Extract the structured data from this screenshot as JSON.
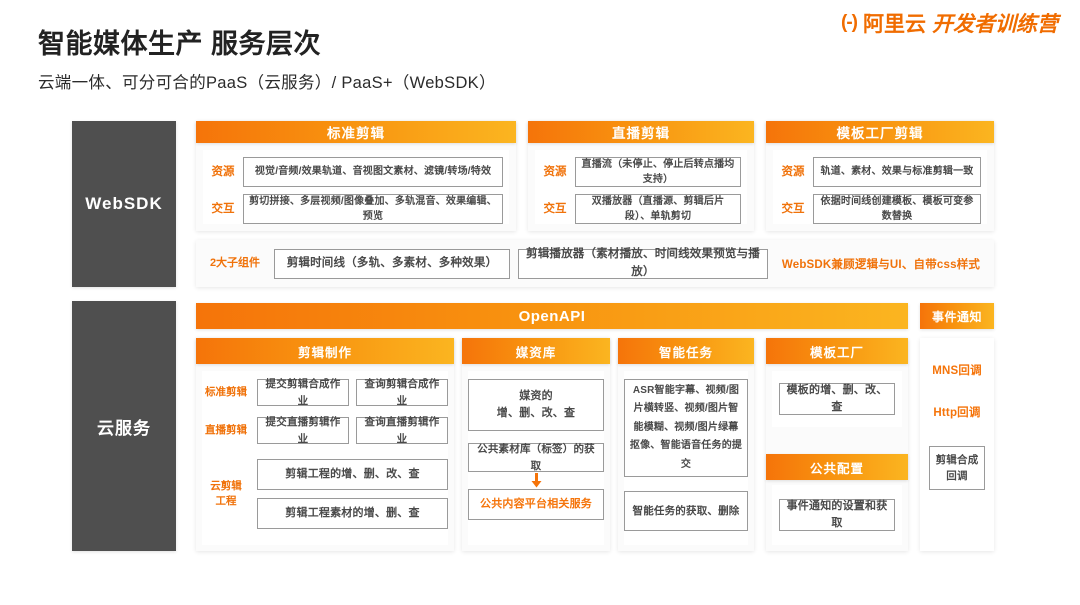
{
  "header": {
    "title": "智能媒体生产 服务层次",
    "subtitle": "云端一体、可分可合的PaaS（云服务）/ PaaS+（WebSDK）",
    "logo": {
      "mark": "(-)",
      "brand": "阿里云",
      "camp": "开发者训练营",
      "color": "#F06C00"
    }
  },
  "tiers": {
    "websdk_label": "WebSDK",
    "cloud_label": "云服务"
  },
  "websdk": {
    "panels": [
      {
        "title": "标准剪辑",
        "rows": [
          {
            "label": "资源",
            "text": "视觉/音频/效果轨道、音视图文素材、滤镜/转场/特效"
          },
          {
            "label": "交互",
            "text": "剪切拼接、多层视频/图像叠加、多轨混音、效果编辑、预览"
          }
        ]
      },
      {
        "title": "直播剪辑",
        "rows": [
          {
            "label": "资源",
            "text": "直播流（未停止、停止后转点播均支持）"
          },
          {
            "label": "交互",
            "text": "双播放器（直播源、剪辑后片段）、单轨剪切"
          }
        ]
      },
      {
        "title": "模板工厂剪辑",
        "rows": [
          {
            "label": "资源",
            "text": "轨道、素材、效果与标准剪辑一致"
          },
          {
            "label": "交互",
            "text": "依据时间线创建模板、模板可变参数替换"
          }
        ]
      }
    ],
    "sub_components": {
      "label": "2大子组件",
      "items": [
        "剪辑时间线（多轨、多素材、多种效果）",
        "剪辑播放器（素材播放、时间线效果预览与播放）"
      ],
      "note": "WebSDK兼顾逻辑与UI、自带css样式"
    }
  },
  "cloud": {
    "openapi_label": "OpenAPI",
    "event_notice_label": "事件通知",
    "columns": {
      "edit": {
        "title": "剪辑制作",
        "rows": [
          {
            "label": "标准剪辑",
            "cells": [
              "提交剪辑合成作业",
              "查询剪辑合成作业"
            ]
          },
          {
            "label": "直播剪辑",
            "cells": [
              "提交直播剪辑作业",
              "查询直播剪辑作业"
            ]
          }
        ],
        "project": {
          "label": "云剪辑\n工程",
          "label_line1": "云剪辑",
          "label_line2": "工程",
          "cells": [
            "剪辑工程的增、删、改、查",
            "剪辑工程素材的增、删、查"
          ]
        }
      },
      "media": {
        "title": "媒资库",
        "cell1_line1": "媒资的",
        "cell1_line2": "增、删、改、查",
        "cell2": "公共素材库（标签）的获取",
        "arrow": "down-arrow",
        "cell3": "公共内容平台相关服务"
      },
      "task": {
        "title": "智能任务",
        "cell1": "ASR智能字幕、视频/图片横转竖、视频/图片智能模糊、视频/图片绿幕抠像、智能语音任务的提交",
        "cell2": "智能任务的获取、删除"
      },
      "template": {
        "title": "模板工厂",
        "cell1": "模板的增、删、改、查",
        "title2": "公共配置",
        "cell2": "事件通知的设置和获取"
      },
      "callback": {
        "links": [
          "MNS回调",
          "Http回调"
        ],
        "box_line1": "剪辑合成",
        "box_line2": "回调"
      }
    }
  }
}
